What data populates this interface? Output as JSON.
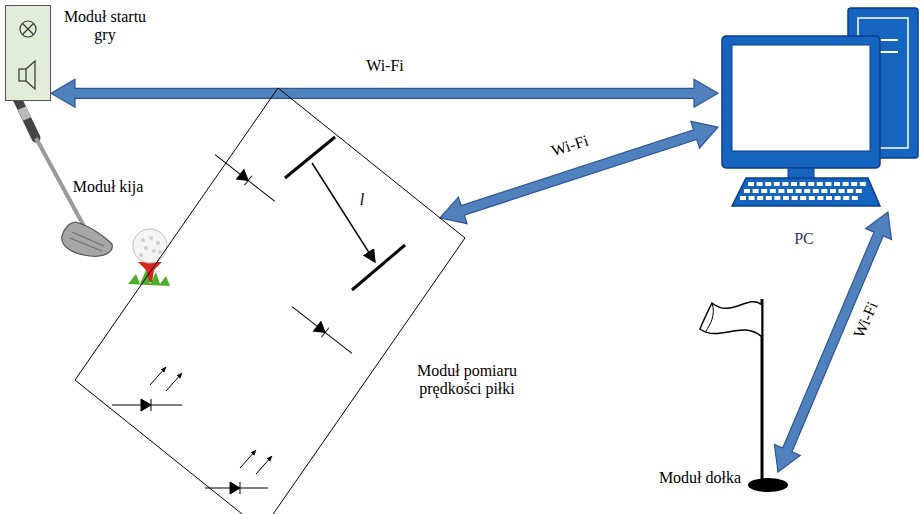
{
  "diagram": {
    "nodes": [
      {
        "text": [
          "Moduł startu gry"
        ]
      },
      {
        "text": [
          "Moduł pomiaru prędkości piłki"
        ]
      },
      {
        "text": [
          "PC"
        ]
      },
      {
        "text": [
          "Moduł dołka"
        ]
      }
    ],
    "edges": [
      {
        "from": 0,
        "to": 2,
        "label": "Wi-Fi",
        "arrow": "both"
      },
      {
        "from": 1,
        "to": 2,
        "label": "Wi-Fi",
        "arrow": "both"
      },
      {
        "from": 3,
        "to": 2,
        "label": "Wi-Fi",
        "arrow": "both"
      }
    ],
    "labels": [
      "Moduł kija",
      "l"
    ]
  }
}
